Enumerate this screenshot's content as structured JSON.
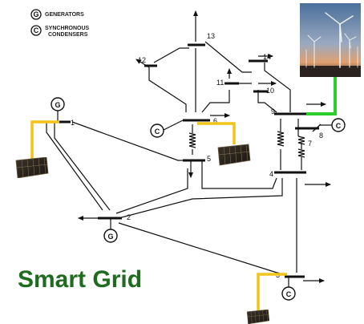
{
  "legend": {
    "generator_symbol": "G",
    "generator_label": "GENERATORS",
    "condenser_symbol": "C",
    "condenser_label_line1": "SYNCHRONOUS",
    "condenser_label_line2": "CONDENSERS"
  },
  "title": "Smart Grid",
  "buses": [
    {
      "id": "1",
      "label": "1"
    },
    {
      "id": "2",
      "label": "2"
    },
    {
      "id": "3",
      "label": "3"
    },
    {
      "id": "4",
      "label": "4"
    },
    {
      "id": "5",
      "label": "5"
    },
    {
      "id": "6",
      "label": "6"
    },
    {
      "id": "7",
      "label": "7"
    },
    {
      "id": "8",
      "label": "8"
    },
    {
      "id": "9",
      "label": "9"
    },
    {
      "id": "10",
      "label": "10"
    },
    {
      "id": "11",
      "label": "11"
    },
    {
      "id": "12",
      "label": "12"
    },
    {
      "id": "13",
      "label": "13"
    },
    {
      "id": "14",
      "label": "14"
    }
  ],
  "symbols": {
    "generator": "G",
    "condenser": "C"
  },
  "colors": {
    "title": "#1f6b1f",
    "solar_link": "#f2c318",
    "wind_link": "#2dcf2d"
  }
}
